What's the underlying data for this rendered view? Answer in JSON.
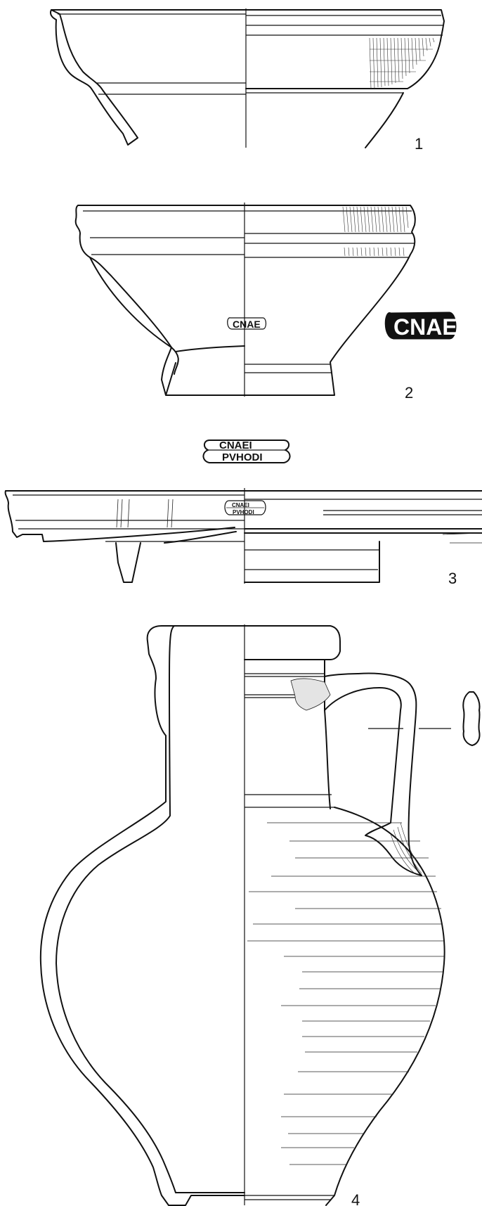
{
  "figures": [
    {
      "id": "1",
      "label": "1",
      "kind": "bowl"
    },
    {
      "id": "2",
      "label": "2",
      "kind": "bowl",
      "stamp": "CNAE"
    },
    {
      "id": "3",
      "label": "3",
      "kind": "plate",
      "stamp_line1": "CNAEI",
      "stamp_line2": "PVHODI"
    },
    {
      "id": "4",
      "label": "4",
      "kind": "jug"
    }
  ]
}
